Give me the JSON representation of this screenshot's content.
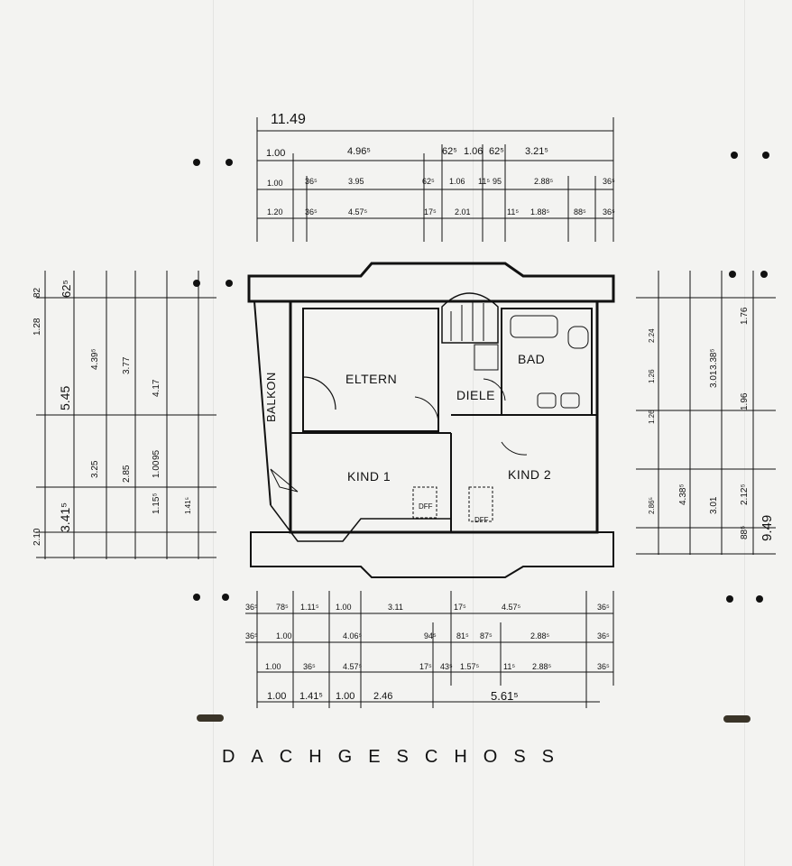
{
  "title": "DACHGESCHOSS",
  "rooms": {
    "eltern": "ELTERN",
    "kind1": "KIND 1",
    "kind2": "KIND 2",
    "bad": "BAD",
    "diele": "DIELE",
    "balkon": "BALKON",
    "dff1": "DFF",
    "dff2": "DFF"
  },
  "top_dims": {
    "overall": "11.49",
    "row1": [
      "1.00",
      "4.96⁵",
      "62⁵",
      "1.06",
      "62⁵",
      "3.21⁵"
    ],
    "row2": [
      "1.00",
      "36⁵",
      "3.95",
      "62⁵",
      "1.06",
      "11⁵",
      "95",
      "2.88⁵",
      "36⁵"
    ],
    "row3": [
      "1.20",
      "36⁵",
      "4.57⁵",
      "17⁵",
      "2.01",
      "11⁵",
      "1.88⁵",
      "88⁵",
      "36⁵"
    ]
  },
  "bottom_dims": {
    "row1": [
      "36⁵",
      "78⁵",
      "1.11⁵",
      "1.00",
      "3.11",
      "17⁵",
      "4.57⁵",
      "36⁵"
    ],
    "row2": [
      "36⁵",
      "1.00",
      "4.06⁵",
      "94⁵",
      "81⁵",
      "87⁵",
      "2.88⁵",
      "36⁵"
    ],
    "row3": [
      "1.00",
      "36⁵",
      "4.57⁵",
      "17⁵",
      "43⁵",
      "1.57⁵",
      "11⁵",
      "2.88⁵",
      "36⁵"
    ],
    "row4": [
      "1.00",
      "1.41⁵",
      "1.00",
      "2.46",
      "5.61⁵"
    ]
  },
  "left_dims": [
    "2.10",
    "3.41⁵",
    "5.45",
    "1.28",
    "82",
    "62⁵",
    "3.25",
    "4.39⁵",
    "2.85",
    "3.77",
    "1.00",
    "95",
    "4.17",
    "1.15⁵",
    "1.41⁵"
  ],
  "right_dims": [
    "9.49",
    "2.24",
    "1.26",
    "1.26",
    "2.86⁵",
    "4.38⁵",
    "3.01",
    "3.01",
    "3.38⁵",
    "1.96",
    "2.12⁵",
    "88⁵",
    "1.76"
  ]
}
